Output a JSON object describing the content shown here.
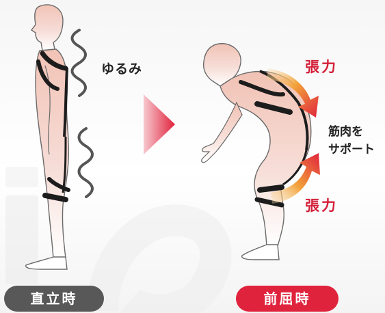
{
  "labels": {
    "slack": "ゆるみ",
    "tension_top": "張力",
    "tension_bottom": "張力",
    "muscle_support": "筋肉を\nサポート"
  },
  "states": {
    "standing": "直立時",
    "bending": "前屈時"
  },
  "colors": {
    "accent_red": "#d41f38",
    "standing_pill": "#585858",
    "bending_pill": "#e0233d",
    "arrow_orange": "#f2a23a",
    "belt": "#1c1c1c",
    "skin_top": "#f2c7bc"
  },
  "icons": [
    "standing-figure",
    "bending-figure",
    "wave-slack-icon",
    "curved-tension-arrow-icon",
    "transition-triangle-icon"
  ]
}
